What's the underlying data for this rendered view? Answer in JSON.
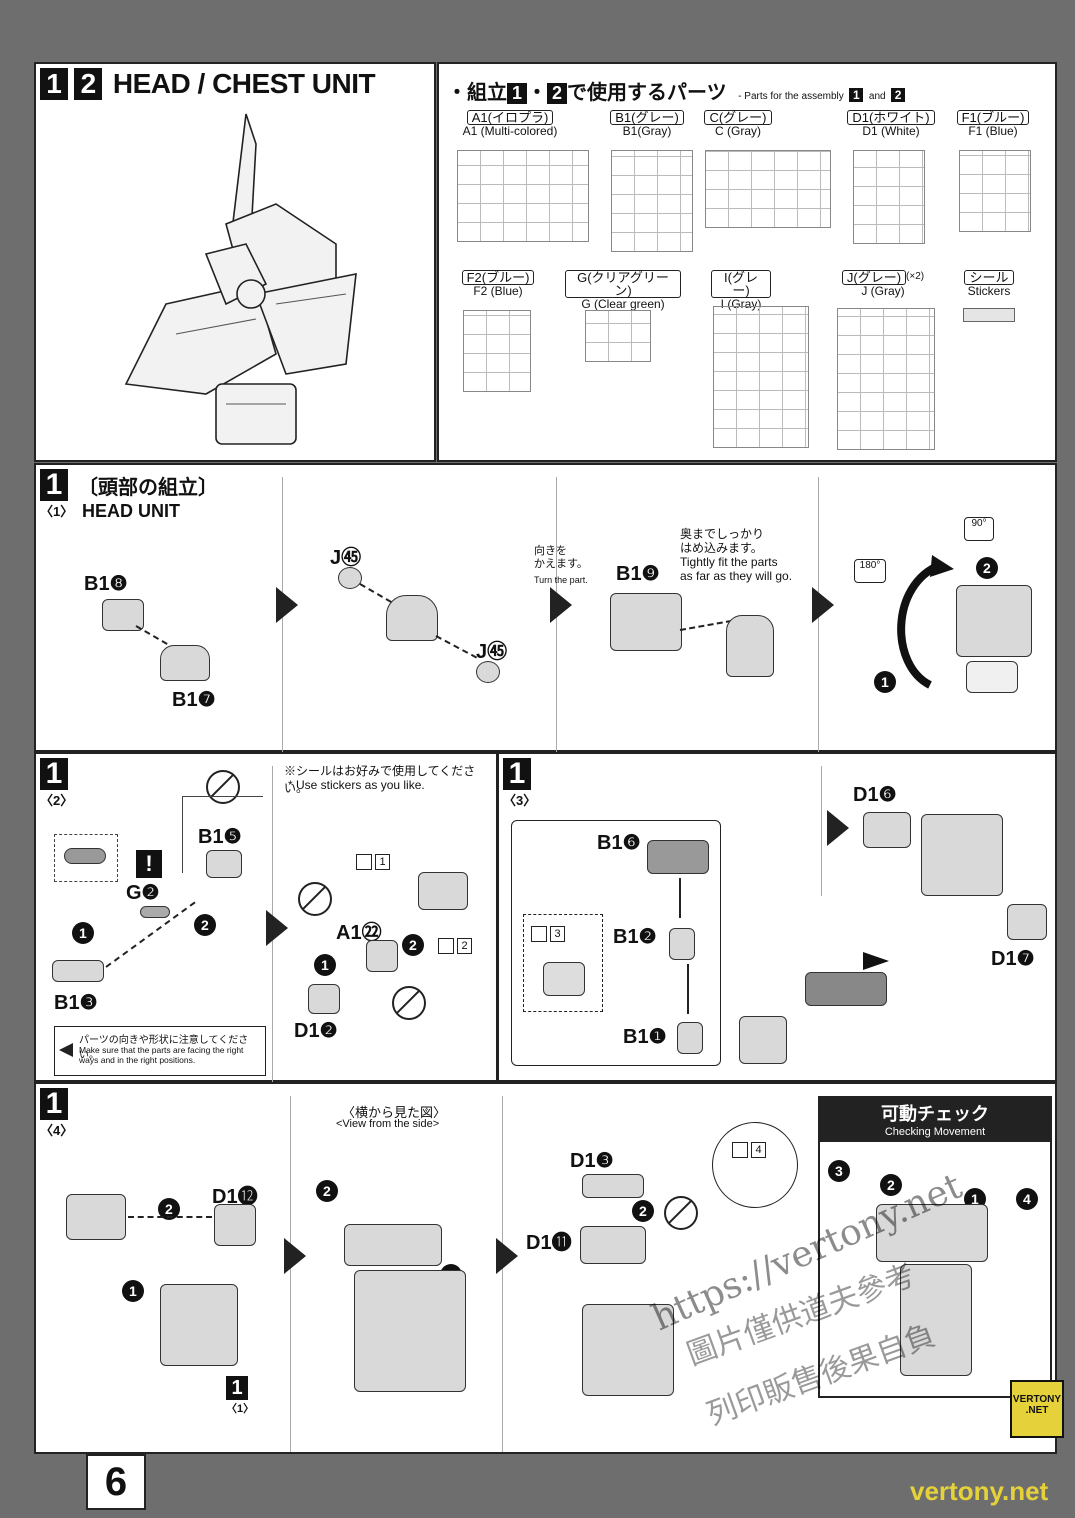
{
  "header": {
    "step1": "1",
    "step2": "2",
    "title": "HEAD / CHEST UNIT"
  },
  "parts_section": {
    "title_prefix": "・組立",
    "step1": "1",
    "dot": "・",
    "step2": "2",
    "title_suffix": "で使用するパーツ",
    "subtitle_prefix": "- Parts for the assembly",
    "subtitle_and": "and",
    "sprues": [
      {
        "jp": "A1(イロプラ)",
        "en": "A1 (Multi-colored)"
      },
      {
        "jp": "B1(グレー)",
        "en": "B1(Gray)"
      },
      {
        "jp": "C(グレー)",
        "en": "C (Gray)"
      },
      {
        "jp": "D1(ホワイト)",
        "en": "D1 (White)"
      },
      {
        "jp": "F1(ブルー)",
        "en": "F1 (Blue)"
      },
      {
        "jp": "F2(ブルー)",
        "en": "F2 (Blue)"
      },
      {
        "jp": "G(クリアグリーン)",
        "en": "G (Clear green)"
      },
      {
        "jp": "I(グレー)",
        "en": "I (Gray)"
      },
      {
        "jp": "J(グレー)",
        "en": "J (Gray)",
        "extra": "(×2)"
      },
      {
        "jp": "シール",
        "en": "Stickers"
      }
    ]
  },
  "step1_1": {
    "num": "1",
    "sub": "〈1〉",
    "jp_title": "〔頭部の組立〕",
    "en_title": "HEAD UNIT",
    "labels": {
      "b1_8": "B1❽",
      "b1_7": "B1❼",
      "j55_top": "J㊺",
      "j55_bottom": "J㊺",
      "turn_jp": "向きを\nかえます。",
      "turn_en": "Turn the part.",
      "b1_9": "B1❾",
      "tight_jp": "奥までしっかり\nはめ込みます。",
      "tight_en": "Tightly fit the parts\nas far as they will go.",
      "deg180": "180°",
      "deg90": "90°",
      "c1": "1",
      "c2": "2"
    }
  },
  "step1_2": {
    "num": "1",
    "sub": "〈2〉",
    "sticker_note_jp": "※シールはお好みで使用してください。",
    "sticker_note_en": "* Use stickers as you like.",
    "labels": {
      "b1_5": "B1❺",
      "g2": "G❷",
      "b1_3": "B1❸",
      "a1_22": "A1㉒",
      "d1_2": "D1❷",
      "exclaim": "!",
      "c1": "1",
      "c2": "2",
      "stk1": "1",
      "stk2": "2"
    },
    "warning_jp": "パーツの向きや形状に注意してください。",
    "warning_en": "Make sure that the parts are facing the right ways and in the right positions."
  },
  "step1_3": {
    "num": "1",
    "sub": "〈3〉",
    "labels": {
      "b1_6": "B1❻",
      "b1_2": "B1❷",
      "b1_1": "B1❶",
      "d1_6": "D1❻",
      "d1_7": "D1❼",
      "stk3": "3"
    }
  },
  "step1_4": {
    "num": "1",
    "sub": "〈4〉",
    "view_jp": "〈横から見た図〉",
    "view_en": "<View from the side>",
    "labels": {
      "d1_12": "D1⓬",
      "d1_3": "D1❸",
      "d1_11": "D1⓫",
      "ref_num": "1",
      "ref_sub": "〈1〉",
      "stk4": "4",
      "c1": "1",
      "c2": "2",
      "c3": "3",
      "c4": "4"
    },
    "checking_jp": "可動チェック",
    "checking_en": "Checking Movement"
  },
  "watermark": {
    "url": "https://vertony.net",
    "line1": "圖片僅供道夫參考",
    "line2": "列印販售後果自負",
    "badge_top": "VERTONY",
    "badge_bottom": ".NET"
  },
  "footer": {
    "page_number": "6",
    "site": "vertony.net"
  }
}
